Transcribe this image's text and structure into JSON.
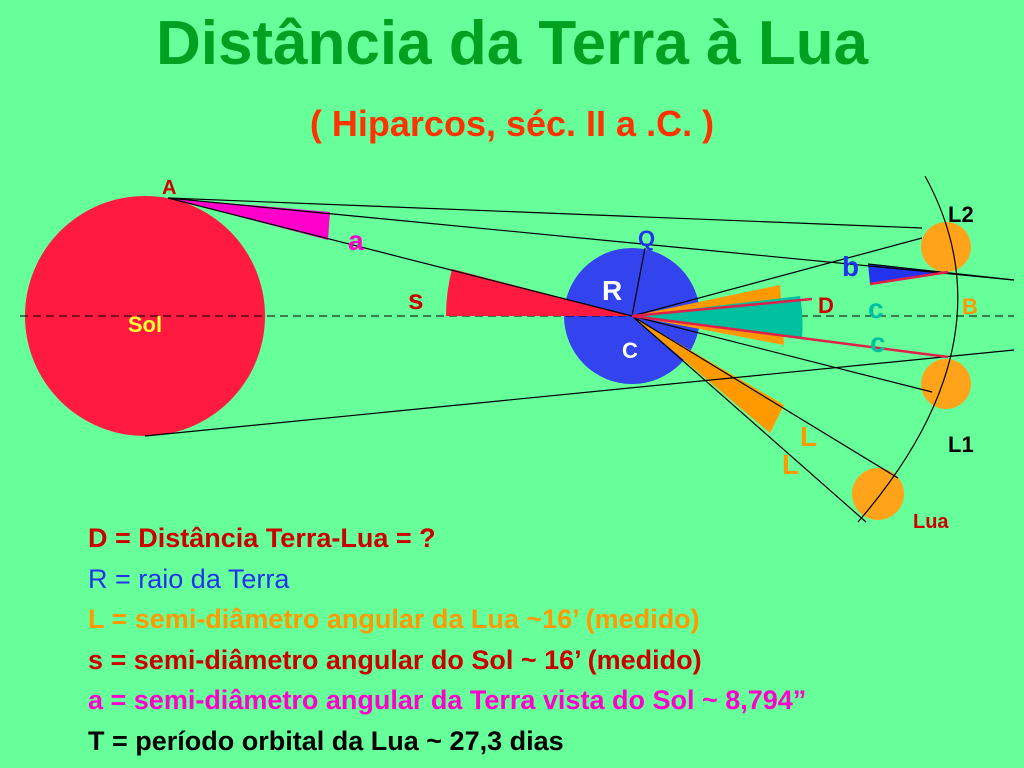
{
  "title": "Distância da Terra à Lua",
  "subtitle": "( Hiparcos, séc. II a .C. )",
  "colors": {
    "background": "#66ff99",
    "title": "#00a020",
    "subtitle": "#ff3300",
    "sun": "#ff1a40",
    "earth": "#3344ee",
    "moon": "#ffa31a",
    "magenta": "#ff00cc",
    "red_line": "#e0204a",
    "teal": "#00c0a0",
    "orange": "#ff9900",
    "dark_red": "#cc0000",
    "blue_label": "#2233ee"
  },
  "diagram": {
    "sun_label": "Sol",
    "point_A": "A",
    "angle_a": "a",
    "angle_s": "s",
    "earth_R": "R",
    "earth_Q": "Q",
    "earth_C": "C",
    "angle_b": "b",
    "label_D": "D",
    "label_c_top": "c",
    "label_c_bottom": "c",
    "label_B": "B",
    "label_L2": "L2",
    "label_L1": "L1",
    "label_L_upper": "L",
    "label_L_lower": "L",
    "label_Lua": "Lua"
  },
  "legend": {
    "line1": "D = Distância Terra-Lua = ?",
    "line2_key": "R = ",
    "line2_text": "raio da Terra",
    "line3": "L = semi-diâmetro angular da Lua ~16’ (medido)",
    "line4": "s = semi-diâmetro angular do Sol ~ 16’ (medido)",
    "line5": "a = semi-diâmetro angular da Terra vista do Sol ~ 8,794”",
    "line6": "T = período orbital da Lua ~ 27,3 dias"
  }
}
